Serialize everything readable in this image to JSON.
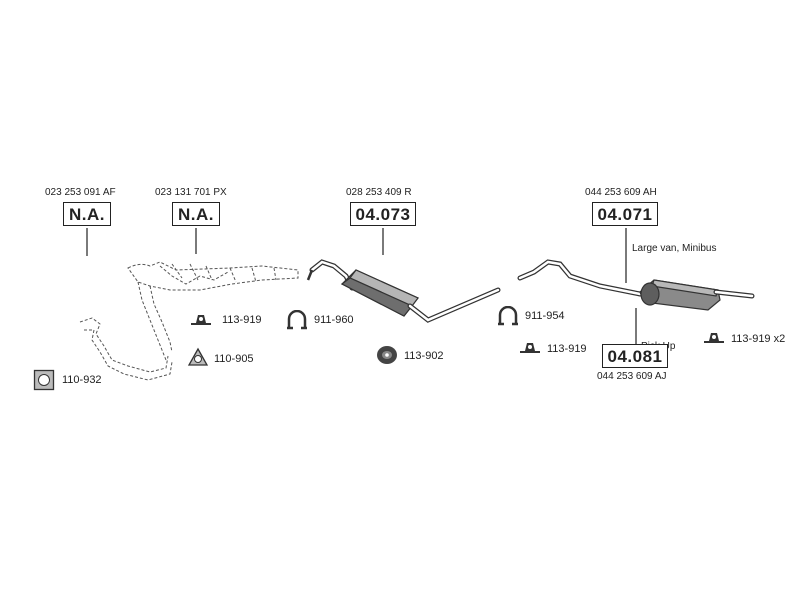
{
  "assemblies": [
    {
      "ref": "023 253 091 AF",
      "code": "N.A."
    },
    {
      "ref": "023 131 701 PX",
      "code": "N.A."
    },
    {
      "ref": "028 253 409 R",
      "code": "04.073"
    },
    {
      "ref": "044 253 609 AH",
      "code": "04.071",
      "note": "Large van, Minibus"
    },
    {
      "ref": "044 253 609 AJ",
      "code": "04.081",
      "note": "Pick Up"
    }
  ],
  "parts": [
    {
      "id": "113-919"
    },
    {
      "id": "110-905"
    },
    {
      "id": "110-932"
    },
    {
      "id": "911-960"
    },
    {
      "id": "113-902"
    },
    {
      "id": "911-954"
    },
    {
      "id": "113-919"
    },
    {
      "id": "113-919 x2"
    }
  ]
}
